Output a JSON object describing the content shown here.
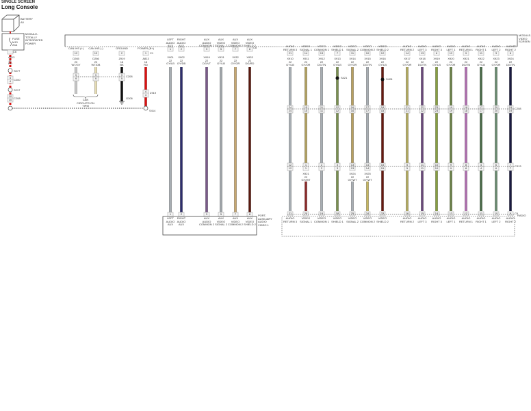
{
  "header": {
    "screen_type": "SINGLE SCREEN",
    "title": "Long Console"
  },
  "power": {
    "battery_label": "BATTERY\nA0",
    "module_label": "MODULE-\nTOTALLY\nINTEGRATED\nPOWER",
    "fuse_label": "FUSE\nM13\n20A",
    "connector": "C6",
    "circuit": "A813\n18\nRD",
    "splices": [
      "S077",
      "S217"
    ],
    "connectors": [
      "C200",
      "C208"
    ],
    "end_splice": "S414"
  },
  "left_group": {
    "pins": [
      {
        "label": "CAN IHS (+)",
        "pin": "12",
        "circuit": "D265\n20\nWT/GY",
        "color": "#c8c8c8"
      },
      {
        "label": "CAN IHS (-)",
        "pin": "13",
        "circuit": "D266\n20\nWT/DB",
        "color": "#e6dcb4"
      },
      {
        "label": "GROUND",
        "pin": "2",
        "circuit": "Z919\n18\nBK",
        "color": "#111111"
      },
      {
        "label": "POWER (B+)",
        "pin": "1",
        "circuit": "A813\n18\nRD",
        "color": "#dd1111"
      }
    ],
    "connector": "C1",
    "inline_connector": "C208",
    "ground": "G306",
    "splice": "S414",
    "connector_2": "Z919",
    "note": "CAN\nCIRCUITS ON\nTIPM"
  },
  "aux_group": {
    "connector": "C6",
    "wires": [
      {
        "top": "LEFT\nAUDIO\nAUX",
        "circuit": "X901\n22\nGY/LB",
        "color": "#a8aeb3",
        "pin": "1",
        "bottom": "LEFT\nAUDIO\nAUX"
      },
      {
        "top": "RIGHT\nAUDIO\nAUX",
        "circuit": "X902\n22\nGY/DB",
        "color": "#2e2e6e",
        "pin": "2",
        "bottom": "RIGHT\nAUDIO\nAUX"
      },
      {
        "top": "AUX\nAUDIO\nCOMMON 2",
        "circuit": "X919\n22\nDG/VT",
        "color": "#7a5a8a",
        "pin": "3",
        "bottom": "AUX\nAUDIO\nCOMMON 2"
      },
      {
        "top": "AUX\nVIDEO\nSIGNAL 2",
        "circuit": "X931\n22\nGY/LB",
        "color": "#a0a6aa",
        "pin": "5",
        "bottom": "AUX\nVIDEO\nSIGNAL 2"
      },
      {
        "top": "AUX\nVIDEO\nCOMMON 2",
        "circuit": "X932\n22\nGY/OR",
        "color": "#c8a870",
        "pin": "7",
        "bottom": "AUX\nVIDEO\nCOMMON 2"
      },
      {
        "top": "AUX\nVIDEO\nSHIELD 2",
        "circuit": "X933\n22\nDG/RD",
        "color": "#5a1a10",
        "pin": "8",
        "bottom": "AUX\nVIDEO\nSHIELD 2"
      }
    ],
    "bottom_module": "PORT-\nAUXILIARY\nAUDIO\nVIDEO 1"
  },
  "video_group": {
    "module_label": "MODULE-\nVIDEO\nSCREEN",
    "connector_top": "C1",
    "connector_mid1": "C208",
    "connector_mid2": "C313",
    "connector_bottom": "C6",
    "bottom_module": "RADIO",
    "splices": [
      "S421",
      "S428"
    ],
    "wires": [
      {
        "label": "AUDIO\nRETURN 3",
        "color": "#a8aeb3",
        "pins": [
          "21",
          "24",
          "12",
          "21"
        ]
      },
      {
        "label": "VIDEO\nSIGNAL 1",
        "color": "#b0a060",
        "pins": [
          "14",
          "15",
          "1",
          "20"
        ],
        "lower_color": "#8a2a2a"
      },
      {
        "label": "VIDEO\nCOMMON 1",
        "color": "#a8aeb3",
        "pins": [
          "13",
          "11",
          "2",
          "19"
        ]
      },
      {
        "label": "VIDEO\nSHIELD 1",
        "color": "#7a9050",
        "pins": [
          "7",
          "12",
          "3",
          "18"
        ]
      },
      {
        "label": "VIDEO\nSIGNAL 2",
        "color": "#b8a060",
        "pins": [
          "11",
          "16",
          "13",
          "25"
        ],
        "lower_color": "#a8aeb3"
      },
      {
        "label": "VIDEO\nCOMMON 2",
        "color": "#a8aeb3",
        "pins": [
          "10",
          "17",
          "14",
          "24"
        ],
        "lower_color": "#c8b860"
      },
      {
        "label": "VIDEO\nSHIELD 2",
        "color": "#6a1a10",
        "pins": [
          "12",
          "18",
          "15",
          "23"
        ]
      },
      {
        "label": "AUDIO\nRETURN 2",
        "color": "#b0a860",
        "pins": [
          "14",
          "21",
          "5",
          "16"
        ]
      },
      {
        "label": "AUDIO\nLEFT 3",
        "color": "#6a4a7a",
        "pins": [
          "13",
          "22",
          "11",
          "15"
        ]
      },
      {
        "label": "AUDIO\nRIGHT 3",
        "color": "#88a040",
        "pins": [
          "6",
          "23",
          "10",
          "14"
        ]
      },
      {
        "label": "AUDIO\nLEFT 1",
        "color": "#6a8048",
        "pins": [
          "12",
          "19",
          "9",
          "13"
        ]
      },
      {
        "label": "AUDIO\nRETURN 1",
        "color": "#b070b0",
        "pins": [
          "9",
          "18",
          "8",
          "12"
        ]
      },
      {
        "label": "AUDIO\nRIGHT 1",
        "color": "#4a6a48",
        "pins": [
          "11",
          "17",
          "4",
          "11"
        ]
      },
      {
        "label": "AUDIO\nLEFT 2",
        "color": "#6a8a70",
        "pins": [
          "3",
          "20",
          "6",
          "10"
        ]
      },
      {
        "label": "AUDIO\nRIGHT 2",
        "color": "#1a1a40",
        "pins": [
          "8",
          "19",
          "7",
          "9"
        ]
      }
    ]
  }
}
